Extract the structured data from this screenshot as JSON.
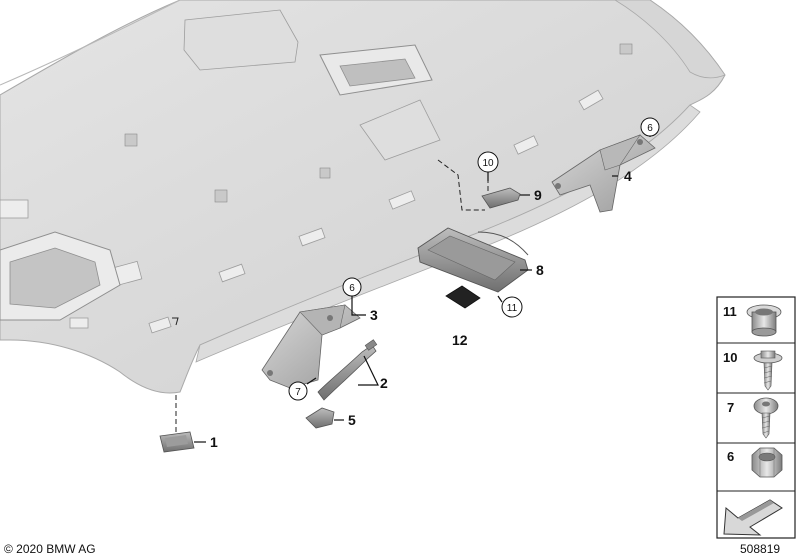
{
  "callouts": {
    "c1": "1",
    "c2": "2",
    "c3": "3",
    "c4": "4",
    "c5": "5",
    "c8": "8",
    "c9": "9",
    "c12": "12"
  },
  "circled_callouts": {
    "c6a": "6",
    "c6b": "6",
    "c7": "7",
    "c10": "10",
    "c11": "11"
  },
  "legend": {
    "items": [
      {
        "number": "11",
        "icon": "sleeve-nut-icon"
      },
      {
        "number": "10",
        "icon": "flange-screw-icon"
      },
      {
        "number": "7",
        "icon": "pan-screw-icon"
      },
      {
        "number": "6",
        "icon": "hex-nut-icon"
      }
    ],
    "arrow_icon": "direction-arrow-icon"
  },
  "footer": {
    "copyright": "© 2020 BMW AG",
    "diagram_id": "508819"
  }
}
